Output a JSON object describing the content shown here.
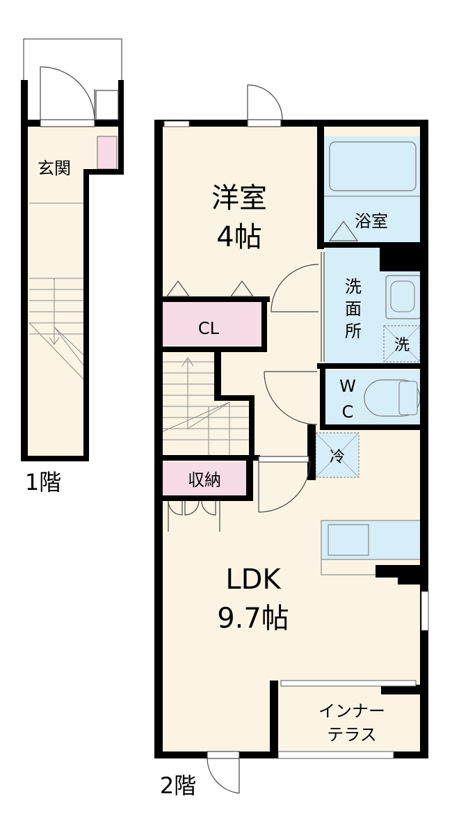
{
  "floor1": {
    "label": "1階",
    "rooms": {
      "entrance": "玄関"
    }
  },
  "floor2": {
    "label": "2階",
    "rooms": {
      "western_line1": "洋室",
      "western_line2": "4帖",
      "closet": "CL",
      "bath": "浴室",
      "wash_line1": "洗",
      "wash_line2": "面",
      "wash_line3": "所",
      "washer": "洗",
      "wc_line1": "W",
      "wc_line2": "C",
      "fridge": "冷",
      "storage": "収納",
      "ldk_line1": "LDK",
      "ldk_line2": "9.7帖",
      "terrace_line1": "インナー",
      "terrace_line2": "テラス"
    }
  },
  "colors": {
    "floor": "#fbf4e4",
    "closet": "#f7dbe6",
    "wet_area": "#d6eef8",
    "wall": "#000000"
  }
}
